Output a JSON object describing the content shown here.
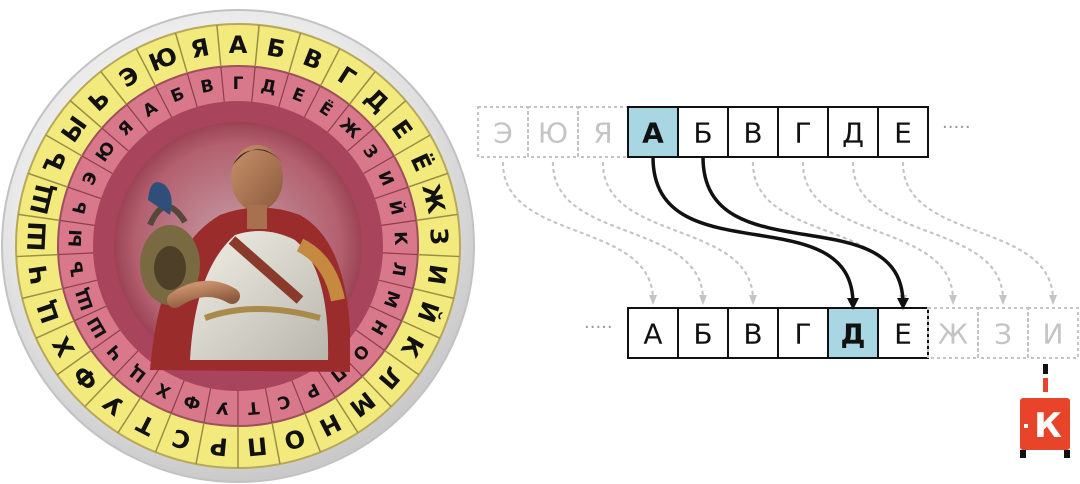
{
  "wheel": {
    "outer_letters": [
      "А",
      "Б",
      "В",
      "Г",
      "Д",
      "Е",
      "Ё",
      "Ж",
      "З",
      "И",
      "Й",
      "К",
      "Л",
      "М",
      "Н",
      "О",
      "П",
      "Р",
      "С",
      "Т",
      "У",
      "Ф",
      "Х",
      "Ц",
      "Ч",
      "Ш",
      "Щ",
      "Ъ",
      "Ы",
      "Ь",
      "Э",
      "Ю",
      "Я"
    ],
    "inner_letters": [
      "А",
      "Б",
      "В",
      "Г",
      "Д",
      "Е",
      "Ё",
      "Ж",
      "З",
      "И",
      "Й",
      "К",
      "Л",
      "М",
      "Н",
      "О",
      "П",
      "Р",
      "С",
      "Т",
      "У",
      "Ф",
      "Х",
      "Ц",
      "Ч",
      "Ш",
      "Щ",
      "Ъ",
      "Ы",
      "Ь",
      "Э",
      "Ю",
      "Я"
    ],
    "outer_ring_color": "#f3ea7e",
    "inner_ring_color": "#d9788a",
    "center_color": "#a8455c",
    "portrait_icon": "caesar-portrait"
  },
  "shift": {
    "top_row": {
      "ghost_letters": [
        "Э",
        "Ю",
        "Я"
      ],
      "letters": [
        "А",
        "Б",
        "В",
        "Г",
        "Д",
        "Е"
      ],
      "highlighted_index": 0,
      "ellipsis": "....."
    },
    "bottom_row": {
      "ellipsis": ".....",
      "letters": [
        "А",
        "Б",
        "В",
        "Г",
        "Д",
        "Е"
      ],
      "ghost_letters": [
        "Ж",
        "З",
        "И"
      ],
      "highlighted_index": 4
    },
    "highlight_color": "#a9d6e3",
    "arrow_color": "#111111",
    "ghost_arrow_color": "#c4c4c4"
  },
  "logo": {
    "letter": "К",
    "color": "#e8442a",
    "icon": "k-logo"
  }
}
